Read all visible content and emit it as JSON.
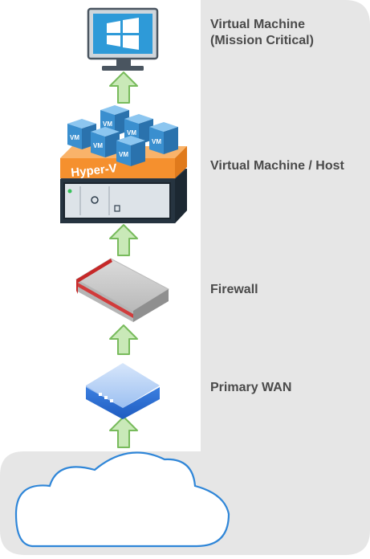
{
  "diagram": {
    "layers": [
      {
        "id": "vm",
        "label_lines": [
          "Virtual Machine",
          "(Mission Critical)"
        ]
      },
      {
        "id": "host",
        "label_lines": [
          "Virtual Machine / Host"
        ]
      },
      {
        "id": "firewall",
        "label_lines": [
          "Firewall"
        ]
      },
      {
        "id": "wan",
        "label_lines": [
          "Primary WAN"
        ]
      }
    ],
    "host_badge": "Hyper-V",
    "vm_cube_text": "VM",
    "colors": {
      "panel": "#e6e6e6",
      "arrow_fill": "#c9e9b8",
      "arrow_stroke": "#78bb5c",
      "monitor_screen": "#2e9ad8",
      "hyperv_orange": "#f5902e",
      "vm_blue": "#3a8fcf",
      "server_dark": "#2f3e4c",
      "firewall_red": "#c62828",
      "router_blue": "#2f72d6",
      "cloud_stroke": "#2f86d8",
      "label_text": "#4a4a4a"
    }
  }
}
